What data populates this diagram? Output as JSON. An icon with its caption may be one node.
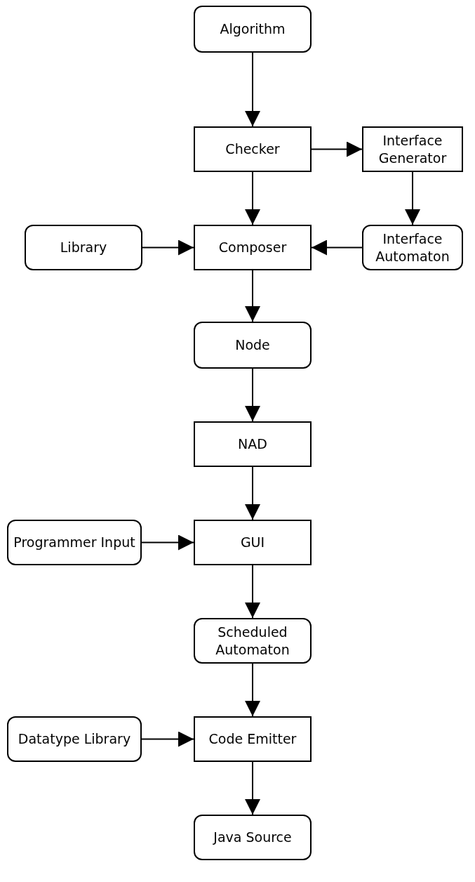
{
  "diagram": {
    "nodes": [
      {
        "text": [
          "Algorithm"
        ]
      },
      {
        "text": [
          "Checker"
        ]
      },
      {
        "text": [
          "Interface Generator"
        ]
      },
      {
        "text": [
          "Library"
        ]
      },
      {
        "text": [
          "Composer"
        ]
      },
      {
        "text": [
          "Interface Automaton"
        ]
      },
      {
        "text": [
          "Node"
        ]
      },
      {
        "text": [
          "NAD"
        ]
      },
      {
        "text": [
          "Programmer Input"
        ]
      },
      {
        "text": [
          "GUI"
        ]
      },
      {
        "text": [
          "Scheduled Automaton"
        ]
      },
      {
        "text": [
          "Datatype Library"
        ]
      },
      {
        "text": [
          "Code Emitter"
        ]
      },
      {
        "text": [
          "Java Source"
        ]
      }
    ],
    "edges": [
      {
        "from": 0,
        "to": 1,
        "arrow": "to"
      },
      {
        "from": 1,
        "to": 2,
        "arrow": "to"
      },
      {
        "from": 1,
        "to": 4,
        "arrow": "to"
      },
      {
        "from": 2,
        "to": 5,
        "arrow": "to"
      },
      {
        "from": 3,
        "to": 4,
        "arrow": "to"
      },
      {
        "from": 5,
        "to": 4,
        "arrow": "to"
      },
      {
        "from": 4,
        "to": 6,
        "arrow": "to"
      },
      {
        "from": 6,
        "to": 7,
        "arrow": "to"
      },
      {
        "from": 7,
        "to": 9,
        "arrow": "to"
      },
      {
        "from": 8,
        "to": 9,
        "arrow": "to"
      },
      {
        "from": 9,
        "to": 10,
        "arrow": "to"
      },
      {
        "from": 10,
        "to": 12,
        "arrow": "to"
      },
      {
        "from": 11,
        "to": 12,
        "arrow": "to"
      },
      {
        "from": 12,
        "to": 13,
        "arrow": "to"
      }
    ]
  }
}
